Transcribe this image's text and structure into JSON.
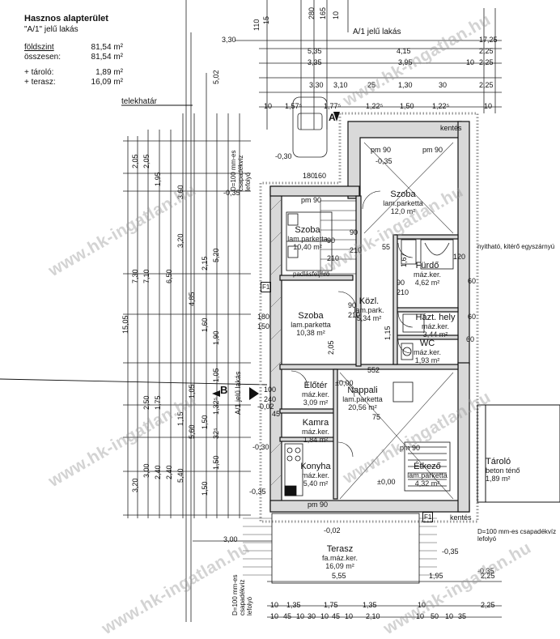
{
  "areas": {
    "title": "Hasznos alapterület",
    "subtitle": "\"A/1\" jelű lakás",
    "rows": [
      {
        "label": "földszint",
        "value": "81,54 m²"
      },
      {
        "label": "összesen:",
        "value": "81,54 m²"
      },
      {
        "label": "+ tároló:",
        "value": "1,89 m²"
      },
      {
        "label": "+ terasz:",
        "value": "16,09 m²"
      }
    ]
  },
  "markers": {
    "section_a": "A",
    "section_b": "B",
    "property_line": "telekhatár",
    "apartment": "A/1 jelű lakás",
    "entrance_apartment": "A/1 jelű lakás",
    "kentes_top": "kentés",
    "kentes_bottom": "kentés",
    "f1_left": "F1",
    "f1_bottom": "F1"
  },
  "rooms": [
    {
      "key": "szoba_top",
      "name": "Szoba",
      "floor": "lam.parketta",
      "area": "12,0 m²"
    },
    {
      "key": "szoba_left1",
      "name": "Szoba",
      "floor": "lam.parketta",
      "area": "10,40 m²"
    },
    {
      "key": "szoba_left2",
      "name": "Szoba",
      "floor": "lam.parketta",
      "area": "10,38 m²"
    },
    {
      "key": "furdo",
      "name": "Fürdő",
      "floor": "máz.ker.",
      "area": "4,62 m²"
    },
    {
      "key": "kozl",
      "name": "Közl.",
      "floor": "lam.park.",
      "area": "5,34 m²"
    },
    {
      "key": "hazt",
      "name": "Házt. hely",
      "floor": "máz.ker.",
      "area": "3,44 m²"
    },
    {
      "key": "wc",
      "name": "WC",
      "floor": "máz.ker.",
      "area": "1,93 m²"
    },
    {
      "key": "eloter",
      "name": "Előtér",
      "floor": "máz.ker.",
      "area": "3,09 m²"
    },
    {
      "key": "nappali",
      "name": "Nappali",
      "floor": "lam.parketta",
      "area": "20,56 m²"
    },
    {
      "key": "kamra",
      "name": "Kamra",
      "floor": "máz.ker.",
      "area": "1,84 m²"
    },
    {
      "key": "konyha",
      "name": "Konyha",
      "floor": "máz.ker.",
      "area": "5,40 m²"
    },
    {
      "key": "etkezo",
      "name": "Étkező",
      "floor": "lam.parketta",
      "area": "4,32 m²"
    },
    {
      "key": "terasz",
      "name": "Terasz",
      "floor": "fa.máz.ker.",
      "area": "16,09 m²"
    },
    {
      "key": "tarolo",
      "name": "Tároló",
      "floor": "beton ténő",
      "area": "1,89 m²"
    }
  ],
  "notes": {
    "padlas": "padlásfeljáró",
    "gutter_top": "D=100 mm-es csapadékvíz lefolyó",
    "gutter_bottom": "D=100 mm-es csapadékvíz lefolyó",
    "gutter_right": "D=100 mm-es csapadékvíz lefolyó",
    "nyitas": "nyitható, kitérő egyszárnyú",
    "elev_zero1": "±0,00",
    "elev_zero2": "±0,00",
    "elev_m035a": "-0,35",
    "elev_m035b": "-0,35",
    "elev_m030a": "-0,30",
    "elev_m030b": "-0,30",
    "elev_m002a": "-0,02",
    "elev_m002b": "-0,02",
    "elev_m035c": "-0,35",
    "elev_m035d": "-0,35",
    "elev_m035e": "-0,35"
  },
  "dims_top": {
    "d330": "3,30",
    "d1725": "17,25",
    "r1": [
      "5,35",
      "4,15",
      "2,25"
    ],
    "r2": [
      "3,35",
      "3,95",
      "10",
      "2,25"
    ],
    "r3": [
      "3,30",
      "3,10",
      "25",
      "1,30",
      "30",
      "2,25"
    ],
    "r4": [
      "10",
      "1,57⁵",
      "1,77⁵",
      "1,22⁵",
      "1,50",
      "1,22⁵",
      "10"
    ],
    "small": [
      "280",
      "165",
      "110",
      "15",
      "10"
    ]
  },
  "dims_left": {
    "total": "15,05",
    "a": [
      "2,05",
      "1,95",
      "3,60",
      "2,05",
      "5,02",
      "3,20",
      "5,20",
      "2,15",
      "4,85",
      "1,60",
      "1,90"
    ],
    "b": [
      "7,30",
      "7,10",
      "6,50",
      "1,05",
      "1,32⁵"
    ],
    "c": [
      "2,50",
      "1,75",
      "1,15",
      "1,05",
      "1,50"
    ],
    "d": [
      "3,20",
      "3,00",
      "2,40",
      "2,40",
      "1,50"
    ],
    "e": [
      "5,60",
      "5,40",
      "1,50",
      "32⁵"
    ]
  },
  "dims_bottom": {
    "d300": "3,00",
    "d555": "5,55",
    "d195": "1,95",
    "d225": "2,25",
    "r1": [
      "10",
      "1,35",
      "1,75",
      "1,35",
      "2,25",
      "10"
    ],
    "r2": [
      "10",
      "45",
      "10",
      "30",
      "10",
      "45",
      "10",
      "2,10",
      "10",
      "50",
      "10",
      "35"
    ]
  },
  "openings": {
    "pm90": "pm 90",
    "p90": "90",
    "p210": "210",
    "p180": "180",
    "p150": "150",
    "p160": "160",
    "p240": "240",
    "p100": "100",
    "p60": "60",
    "p55": "55",
    "p75": "75",
    "p45": "45",
    "p120": "120",
    "p167": "1,67",
    "p205": "2,05",
    "p115": "1,15",
    "p552": "552"
  },
  "watermark": "www.hk-ingatlan.hu"
}
